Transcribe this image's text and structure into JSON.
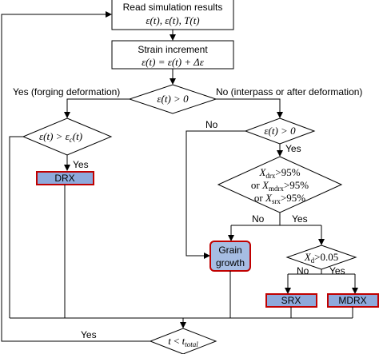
{
  "flowchart": {
    "read": {
      "line1": "Read simulation results",
      "line2": "ε(t), ε̇(t), T(t)"
    },
    "strain": {
      "line1": "Strain increment",
      "line2": "ε(t) = ε(t) + Δε"
    },
    "rate_check": "ε̇(t) > 0",
    "forging_branch": "Yes (forging deformation)",
    "interpass_branch": "No (interpass or after deformation)",
    "crit_check": "ε(t) > ε",
    "crit_sub": "c",
    "crit_tail": "(t)",
    "pos_check": "ε(t) > 0",
    "frac": {
      "x1": "X",
      "x1_sub": "drx",
      "x1_val": ">95%",
      "or2": "or ",
      "x2": "X",
      "x2_sub": "mdrx",
      "x2_val": ">95%",
      "or3": "or ",
      "x3": "X",
      "x3_sub": "srx",
      "x3_val": ">95%"
    },
    "xd": {
      "x": "X",
      "sub": "d",
      "val": ">0.05"
    },
    "drx": "DRX",
    "grain": {
      "line1": "Grain",
      "line2": "growth"
    },
    "srx": "SRX",
    "mdrx": "MDRX",
    "time_check": {
      "t": "t",
      "lt": " < ",
      "t2": "t",
      "sub": "total"
    },
    "labels": {
      "yes_drx": "Yes",
      "no_pos": "No",
      "yes_pos": "Yes",
      "no_frac": "No",
      "yes_frac": "Yes",
      "no_xd": "No",
      "yes_xd": "Yes",
      "yes_time": "Yes"
    }
  }
}
